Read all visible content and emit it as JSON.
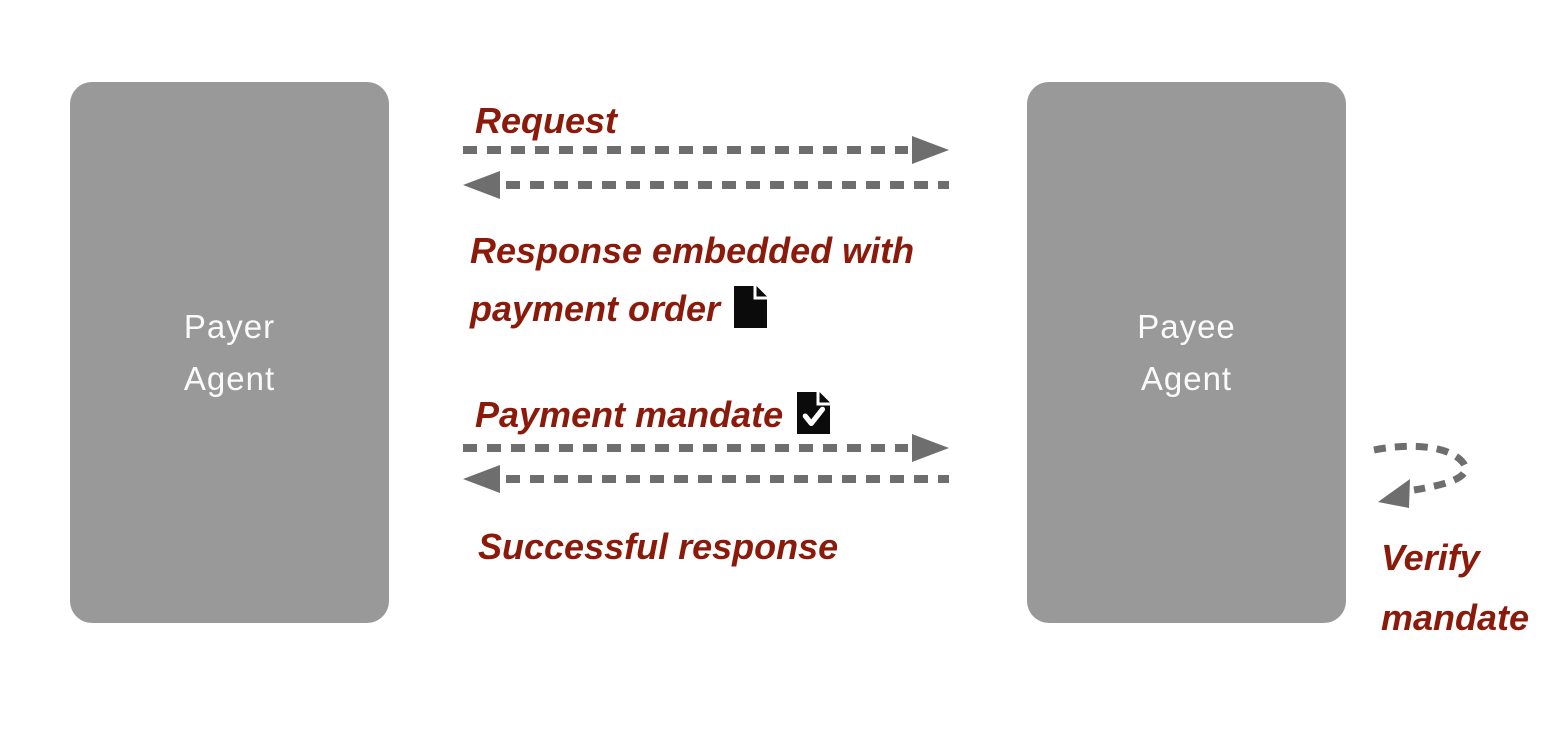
{
  "colors": {
    "background": "#ffffff",
    "box_fill": "#999999",
    "box_text": "#fafafa",
    "label_red": "#8b1a0b",
    "arrow_gray": "#6e6e6e",
    "icon_black": "#0b0b0b"
  },
  "boxes": {
    "payer": {
      "line1": "Payer",
      "line2": "Agent"
    },
    "payee": {
      "line1": "Payee",
      "line2": "Agent"
    }
  },
  "labels": {
    "request": "Request",
    "response_line1": "Response embedded with",
    "response_line2": "payment order",
    "payment_mandate": "Payment mandate",
    "successful_response": "Successful response",
    "verify_line1": "Verify",
    "verify_line2": "mandate"
  },
  "icons": {
    "payment_order": "document-icon",
    "payment_mandate": "document-check-icon"
  },
  "arrows": {
    "request": {
      "direction": "right",
      "style": "dashed"
    },
    "response": {
      "direction": "left",
      "style": "dashed"
    },
    "mandate": {
      "direction": "right",
      "style": "dashed"
    },
    "success": {
      "direction": "left",
      "style": "dashed"
    },
    "verify_loop": {
      "direction": "loop-back-left",
      "style": "dashed"
    }
  }
}
